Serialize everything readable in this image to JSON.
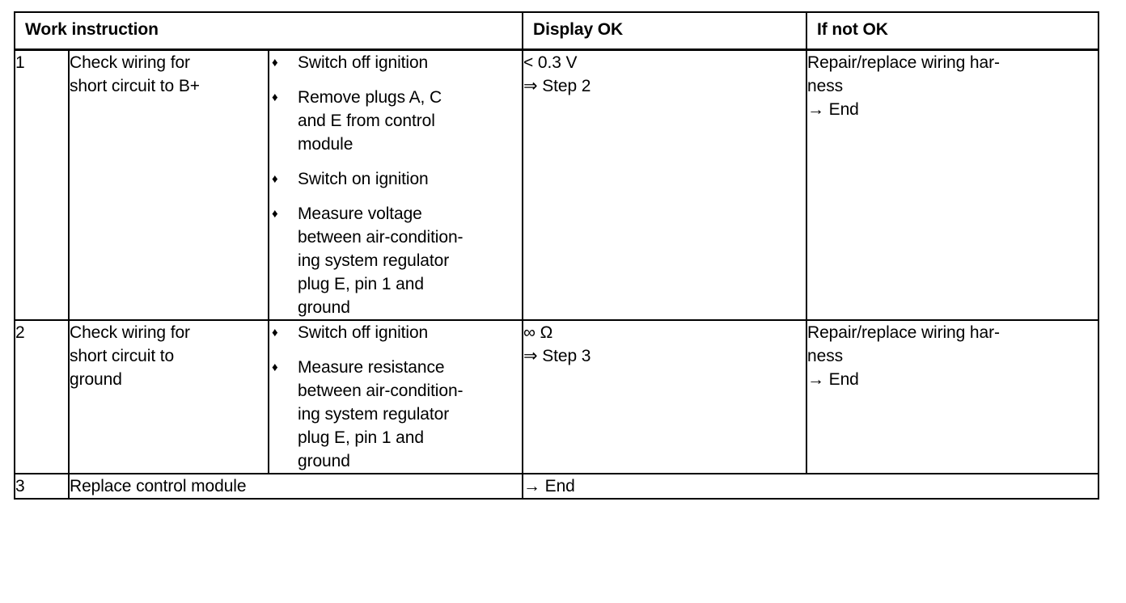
{
  "table": {
    "headers": {
      "work_instruction": "Work instruction",
      "display_ok": "Display OK",
      "if_not_ok": "If not OK"
    },
    "rows": [
      {
        "number": "1",
        "task_line1": "Check wiring for",
        "task_line2": "short circuit to B+",
        "bullet_glyph": "♦",
        "steps": [
          {
            "lines": [
              "Switch off ignition"
            ]
          },
          {
            "lines": [
              "Remove plugs A, C",
              "and E from control",
              "module"
            ]
          },
          {
            "lines": [
              "Switch on ignition"
            ]
          },
          {
            "lines": [
              "Measure voltage",
              "between air-condition-",
              "ing system regulator",
              "plug E, pin 1 and",
              "ground"
            ]
          }
        ],
        "display_ok": [
          "< 0.3 V",
          "⇒ Step 2"
        ],
        "if_not_ok": [
          "Repair/replace wiring har-",
          "ness",
          "→ End"
        ]
      },
      {
        "number": "2",
        "task_line1": "Check wiring for",
        "task_line2": "short circuit to",
        "task_line3": "ground",
        "bullet_glyph": "♦",
        "steps": [
          {
            "lines": [
              "Switch off ignition"
            ]
          },
          {
            "lines": [
              "Measure resistance",
              "between air-condition-",
              "ing system regulator",
              "plug E, pin 1 and",
              "ground"
            ]
          }
        ],
        "display_ok": [
          "∞ Ω",
          "⇒ Step 3"
        ],
        "if_not_ok": [
          "Repair/replace wiring har-",
          "ness",
          "→ End"
        ]
      },
      {
        "number": "3",
        "task": "Replace control module",
        "result": "→ End"
      }
    ]
  }
}
